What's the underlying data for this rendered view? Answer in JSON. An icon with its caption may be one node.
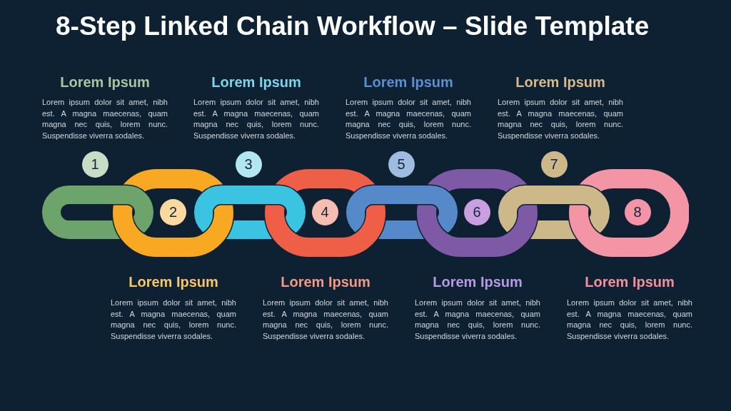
{
  "diagram": {
    "title": "8-Step Linked Chain Workflow – Slide Template",
    "nodes": [
      {
        "text": [
          "1"
        ],
        "beside": [
          "Lorem Ipsum",
          "Lorem ipsum dolor sit amet, nibh est. A magna maecenas, quam magna nec quis, lorem nunc. Suspendisse viverra sodales."
        ]
      },
      {
        "text": [
          "2"
        ],
        "beside": [
          "Lorem Ipsum",
          "Lorem ipsum dolor sit amet, nibh est. A magna maecenas, quam magna nec quis, lorem nunc. Suspendisse viverra sodales."
        ]
      },
      {
        "text": [
          "3"
        ],
        "beside": [
          "Lorem Ipsum",
          "Lorem ipsum dolor sit amet, nibh est. A magna maecenas, quam magna nec quis, lorem nunc. Suspendisse viverra sodales."
        ]
      },
      {
        "text": [
          "4"
        ],
        "beside": [
          "Lorem Ipsum",
          "Lorem ipsum dolor sit amet, nibh est. A magna maecenas, quam magna nec quis, lorem nunc. Suspendisse viverra sodales."
        ]
      },
      {
        "text": [
          "5"
        ],
        "beside": [
          "Lorem Ipsum",
          "Lorem ipsum dolor sit amet, nibh est. A magna maecenas, quam magna nec quis, lorem nunc. Suspendisse viverra sodales."
        ]
      },
      {
        "text": [
          "6"
        ],
        "beside": [
          "Lorem Ipsum",
          "Lorem ipsum dolor sit amet, nibh est. A magna maecenas, quam magna nec quis, lorem nunc. Suspendisse viverra sodales."
        ]
      },
      {
        "text": [
          "7"
        ],
        "beside": [
          "Lorem Ipsum",
          "Lorem ipsum dolor sit amet, nibh est. A magna maecenas, quam magna nec quis, lorem nunc. Suspendisse viverra sodales."
        ]
      },
      {
        "text": [
          "8"
        ],
        "beside": [
          "Lorem Ipsum",
          "Lorem ipsum dolor sit amet, nibh est. A magna maecenas, quam magna nec quis, lorem nunc. Suspendisse viverra sodales."
        ]
      }
    ]
  }
}
